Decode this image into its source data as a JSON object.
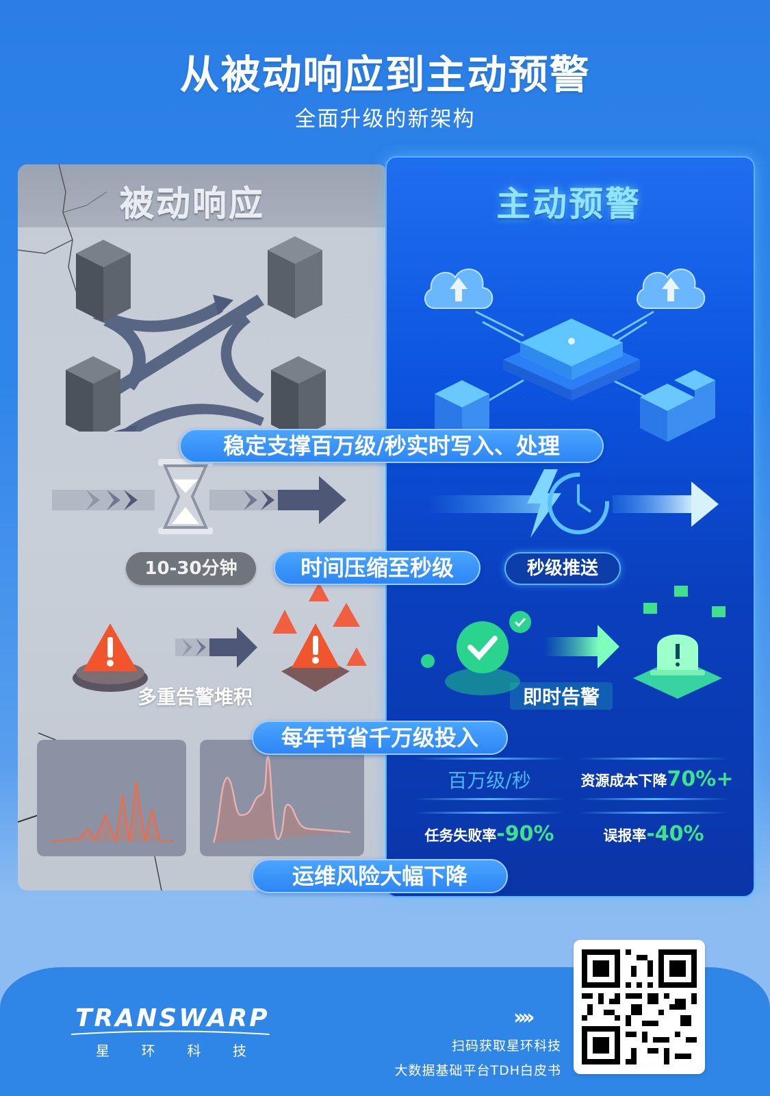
{
  "header": {
    "title": "从被动响应到主动预警",
    "subtitle": "全面升级的新架构"
  },
  "left_panel": {
    "title": "被动响应",
    "time_badge": "10-30分钟",
    "caption": "多重告警堆积",
    "theme_color": "#c5ccd6"
  },
  "right_panel": {
    "title": "主动预警",
    "time_badge": "秒级推送",
    "caption": "即时告警",
    "theme_color": "#0c54e0",
    "stats": [
      {
        "label": "百万级/秒",
        "value": ""
      },
      {
        "label": "资源成本下降",
        "value": "70%+"
      },
      {
        "label": "任务失败率",
        "value": "-90%"
      },
      {
        "label": "误报率",
        "value": "-40%"
      }
    ]
  },
  "highlights": [
    "稳定支撑百万级/秒实时写入、处理",
    "时间压缩至秒级",
    "每年节省千万级投入",
    "运维风险大幅下降"
  ],
  "footer": {
    "logo": "TRANSWARP",
    "logo_cn": [
      "星",
      "环",
      "科",
      "技"
    ],
    "arrows": "››››",
    "cta_line1": "扫码获取星环科技",
    "cta_line2": "大数据基础平台TDH白皮书"
  },
  "colors": {
    "accent_blue": "#2d86f5",
    "success_green": "#3fe08e",
    "alert_red": "#f0552e",
    "stat_cyan": "#4ab8ff"
  }
}
